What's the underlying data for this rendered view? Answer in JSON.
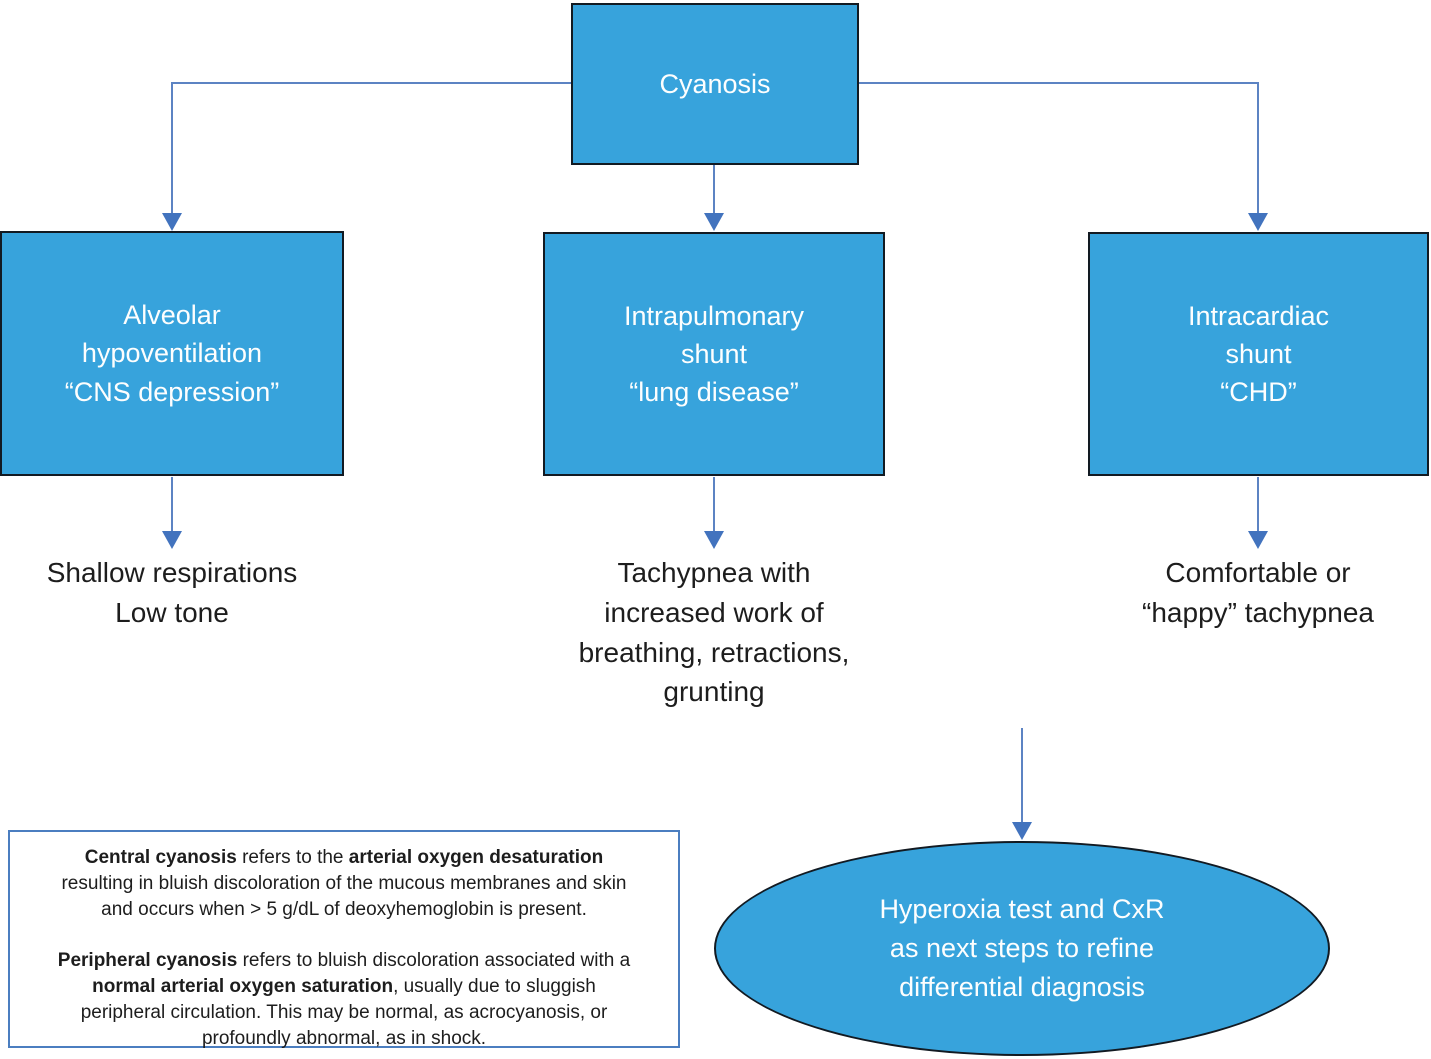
{
  "colors": {
    "node_fill": "#37A3DC",
    "node_border": "#121A22",
    "node_text": "#FDFEFE",
    "connector": "#5C83C3",
    "arrowhead": "#4273BE",
    "body_text": "#1D1D1D",
    "note_border": "#4B7EC0"
  },
  "flowchart": {
    "root": {
      "label": "Cyanosis"
    },
    "branches": [
      {
        "cause": "Alveolar\nhypoventilation\n“CNS depression”",
        "presentation": "Shallow respirations\nLow tone"
      },
      {
        "cause": "Intrapulmonary\nshunt\n“lung disease”",
        "presentation": "Tachypnea with\nincreased work of\nbreathing, retractions,\ngrunting"
      },
      {
        "cause": "Intracardiac\nshunt\n“CHD”",
        "presentation": "Comfortable or\n“happy” tachypnea"
      }
    ],
    "next_step": {
      "label": "Hyperoxia test and CxR\nas next steps to refine\ndifferential diagnosis"
    }
  },
  "note": {
    "paragraphs": [
      {
        "segments": [
          {
            "t": "Central cyanosis"
          },
          {
            "t": " refers to the "
          },
          {
            "t": "arterial oxygen desaturation"
          },
          {
            "t": "\nresulting in bluish discoloration of the mucous membranes and skin\nand occurs when > 5 g/dL of deoxyhemoglobin is present."
          }
        ]
      },
      {
        "segments": [
          {
            "t": "Peripheral cyanosis"
          },
          {
            "t": " refers to bluish discoloration associated with a\n"
          },
          {
            "t": "normal arterial oxygen saturation"
          },
          {
            "t": ", usually due to sluggish\nperipheral circulation. This may be normal, as acrocyanosis, or\nprofoundly abnormal, as in shock."
          }
        ]
      }
    ]
  }
}
